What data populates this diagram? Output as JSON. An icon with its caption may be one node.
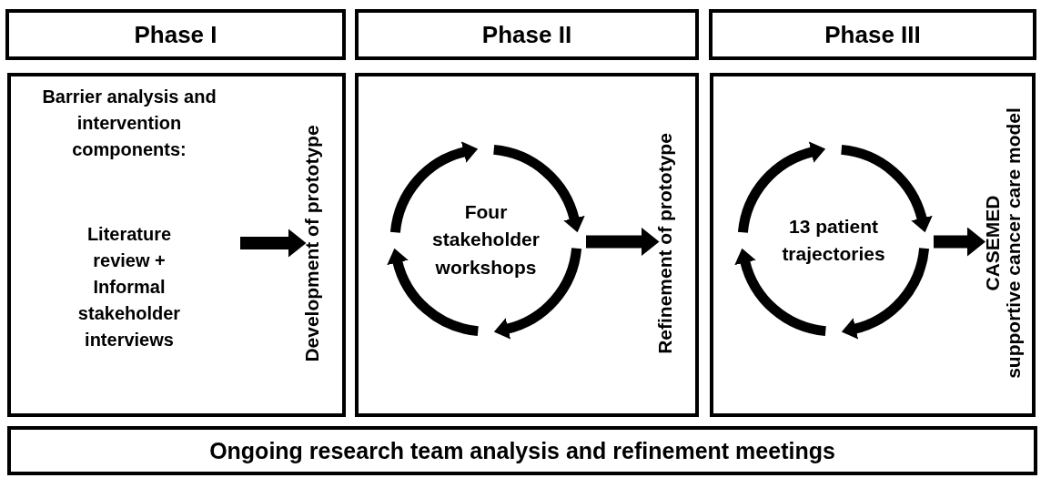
{
  "diagram": {
    "nodes": [
      {
        "text": [
          "Phase I"
        ]
      },
      {
        "text": [
          "Phase II"
        ]
      },
      {
        "text": [
          "Phase III"
        ]
      },
      {
        "text": [],
        "shape": "box"
      },
      {
        "text": [],
        "shape": "box"
      },
      {
        "text": [],
        "shape": "box"
      },
      {
        "text": [
          "Ongoing research team analysis and refinement meetings"
        ]
      },
      {
        "text": [
          "Barrier analysis and intervention components:",
          "Literature review + Informal stakeholder interviews"
        ],
        "in": 3
      },
      {
        "text": [
          "Development of prototype"
        ],
        "in": 3
      },
      {
        "text": [
          "Four stakeholder workshops"
        ],
        "in": 4
      },
      {
        "text": [
          "Refinement of prototype"
        ],
        "in": 4
      },
      {
        "text": [
          "13 patient trajectories"
        ],
        "in": 5
      },
      {
        "text": [
          "CASEMED",
          "supportive cancer care model"
        ],
        "in": 5
      }
    ],
    "edges": [
      {
        "from": 7,
        "to": 8,
        "arrow": "to"
      },
      {
        "from": 9,
        "to": 10,
        "arrow": "to"
      },
      {
        "from": 11,
        "to": 12,
        "arrow": "to"
      }
    ]
  }
}
